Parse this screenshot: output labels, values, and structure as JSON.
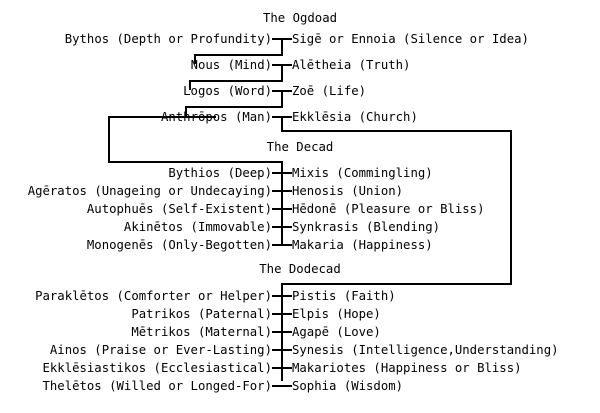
{
  "diagram": {
    "title_sections": {
      "ogdoad": "The Ogdoad",
      "decad": "The Decad",
      "dodecad": "The Dodecad"
    },
    "ogdoad": {
      "label": "The Ogdoad",
      "pairs": [
        {
          "left": "Bythos (Depth or Profundity)",
          "right": "Sigē or Ennoia (Silence or Idea)"
        },
        {
          "left": "Nous (Mind)",
          "right": "Alētheia (Truth)"
        },
        {
          "left": "Logos (Word)",
          "right": "Zoē (Life)"
        },
        {
          "left": "Anthrōpos (Man)",
          "right": "Ekklēsia (Church)"
        }
      ]
    },
    "decad": {
      "label": "The Decad",
      "pairs": [
        {
          "left": "Bythios (Deep)",
          "right": "Mixis (Commingling)"
        },
        {
          "left": "Agēratos (Unageing or Undecaying)",
          "right": "Henosis (Union)"
        },
        {
          "left": "Autophuēs (Self-Existent)",
          "right": "Hēdonē (Pleasure or Bliss)"
        },
        {
          "left": "Akinētos (Immovable)",
          "right": "Synkrasis (Blending)"
        },
        {
          "left": "Monogenēs (Only-Begotten)",
          "right": "Makaria (Happiness)"
        }
      ]
    },
    "dodecad": {
      "label": "The Dodecad",
      "pairs": [
        {
          "left": "Paraklētos (Comforter or Helper)",
          "right": "Pistis (Faith)"
        },
        {
          "left": "Patrikos (Paternal)",
          "right": "Elpis (Hope)"
        },
        {
          "left": "Mētrikos (Maternal)",
          "right": "Agapē (Love)"
        },
        {
          "left": "Ainos (Praise or Ever-Lasting)",
          "right": "Synesis (Intelligence,Understanding)"
        },
        {
          "left": "Ekklēsiastikos (Ecclesiastical)",
          "right": "Makariotes (Happiness or Bliss)"
        },
        {
          "left": "Thelētos (Willed or Longed-For)",
          "right": "Sophia (Wisdom)"
        }
      ]
    },
    "colors": {
      "line": "#000000",
      "text": "#000000",
      "background": "#ffffff"
    }
  }
}
